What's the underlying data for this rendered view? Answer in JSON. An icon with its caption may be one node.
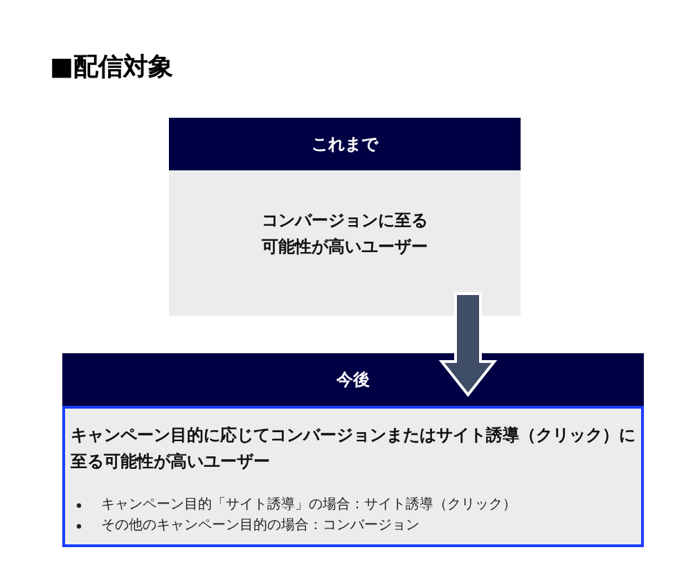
{
  "diagram": {
    "title": "■配信対象",
    "nodes": [
      {
        "text": [
          "これまで",
          "コンバージョンに至る可能性が高いユーザー"
        ]
      },
      {
        "text": [
          "今後",
          "キャンペーン目的に応じてコンバージョンまたはサイト誘導（クリック）に至る可能性が高いユーザー",
          "キャンペーン目的「サイト誘導」の場合：サイト誘導（クリック）",
          "その他のキャンペーン目的の場合：コンバージョン"
        ]
      }
    ],
    "edges": [
      {
        "from": 0,
        "to": 1,
        "arrow": "to"
      }
    ]
  }
}
